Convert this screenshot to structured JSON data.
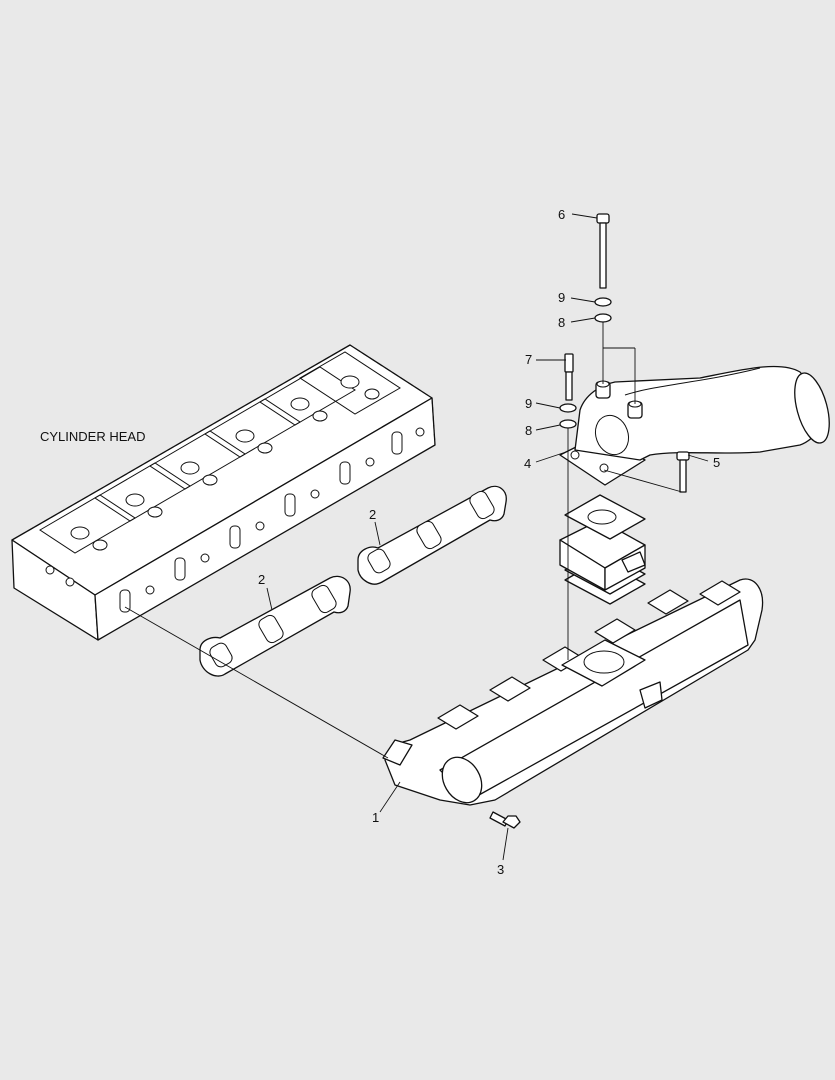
{
  "assembly": {
    "cylinder_head_label": "CYLINDER HEAD"
  },
  "callouts": {
    "c1": "1",
    "c2a": "2",
    "c2b": "2",
    "c3": "3",
    "c4": "4",
    "c5": "5",
    "c6": "6",
    "c7": "7",
    "c8a": "8",
    "c8b": "8",
    "c9a": "9",
    "c9b": "9"
  }
}
